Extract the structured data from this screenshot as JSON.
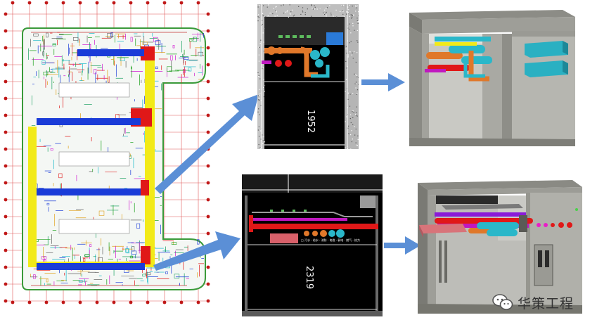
{
  "section_cad_top": {
    "dimension_label": "1952"
  },
  "section_cad_bottom": {
    "dimension_label": "2319",
    "legend_caption": "□ 污水 · 给水 · 消防 · 电缆 · 弱电 · 燃气 · 热力"
  },
  "watermark": {
    "text": "华策工程",
    "icon": "wechat-icon"
  },
  "colors": {
    "arrow": "#5b8fd6",
    "cad_background": "#000000",
    "concrete": "#9a9a94",
    "pipe_cyan": "#2ab7c9",
    "pipe_orange": "#e0782a",
    "pipe_red": "#e01818",
    "pipe_magenta": "#c018c0",
    "pipe_blue": "#1a3cd8",
    "pipe_yellow": "#f2ea18"
  }
}
